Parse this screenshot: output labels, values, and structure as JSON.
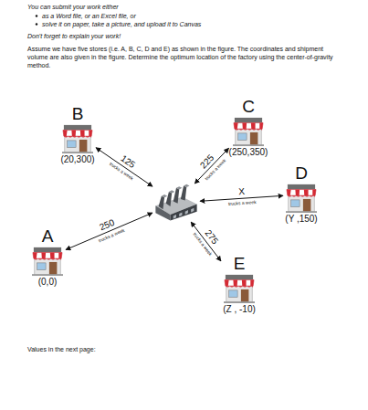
{
  "diagram": {
    "nodes": [
      {
        "text": [
          "B",
          "(20,300)"
        ]
      },
      {
        "text": [
          "C",
          "(250,350)"
        ]
      },
      {
        "text": []
      },
      {
        "text": [
          "D",
          "(Y ,150)"
        ]
      },
      {
        "text": [
          "A",
          "(0,0)"
        ]
      },
      {
        "text": [
          "E",
          "(Z , -10)"
        ]
      }
    ],
    "edges": [
      {
        "from": 2,
        "to": 0,
        "label": "125",
        "arrow": "both"
      },
      {
        "from": 2,
        "to": 1,
        "label": "225",
        "arrow": "both"
      },
      {
        "from": 2,
        "to": 3,
        "label": "X",
        "arrow": "both"
      },
      {
        "from": 2,
        "to": 4,
        "label": "250",
        "arrow": "both"
      },
      {
        "from": 2,
        "to": 5,
        "label": "275",
        "arrow": "both"
      }
    ],
    "labels": [
      "You can submit your work either",
      "as a Word file, or an Excel file, or",
      "solve it on paper, take a picture, and upload it to Canvas",
      "Don't forget to explain your work!",
      "Assume we have five stores (i.e. A, B, C, D and E) as shown in the figure. The coordinates and shipment volume are also given in the figure. Determine the optimum location of the factory using the center-of-gravity method.",
      "trucks a week",
      "trucks a week",
      "trucks a week",
      "trucks a week",
      "trucks a week",
      "Values in the next page:"
    ]
  }
}
